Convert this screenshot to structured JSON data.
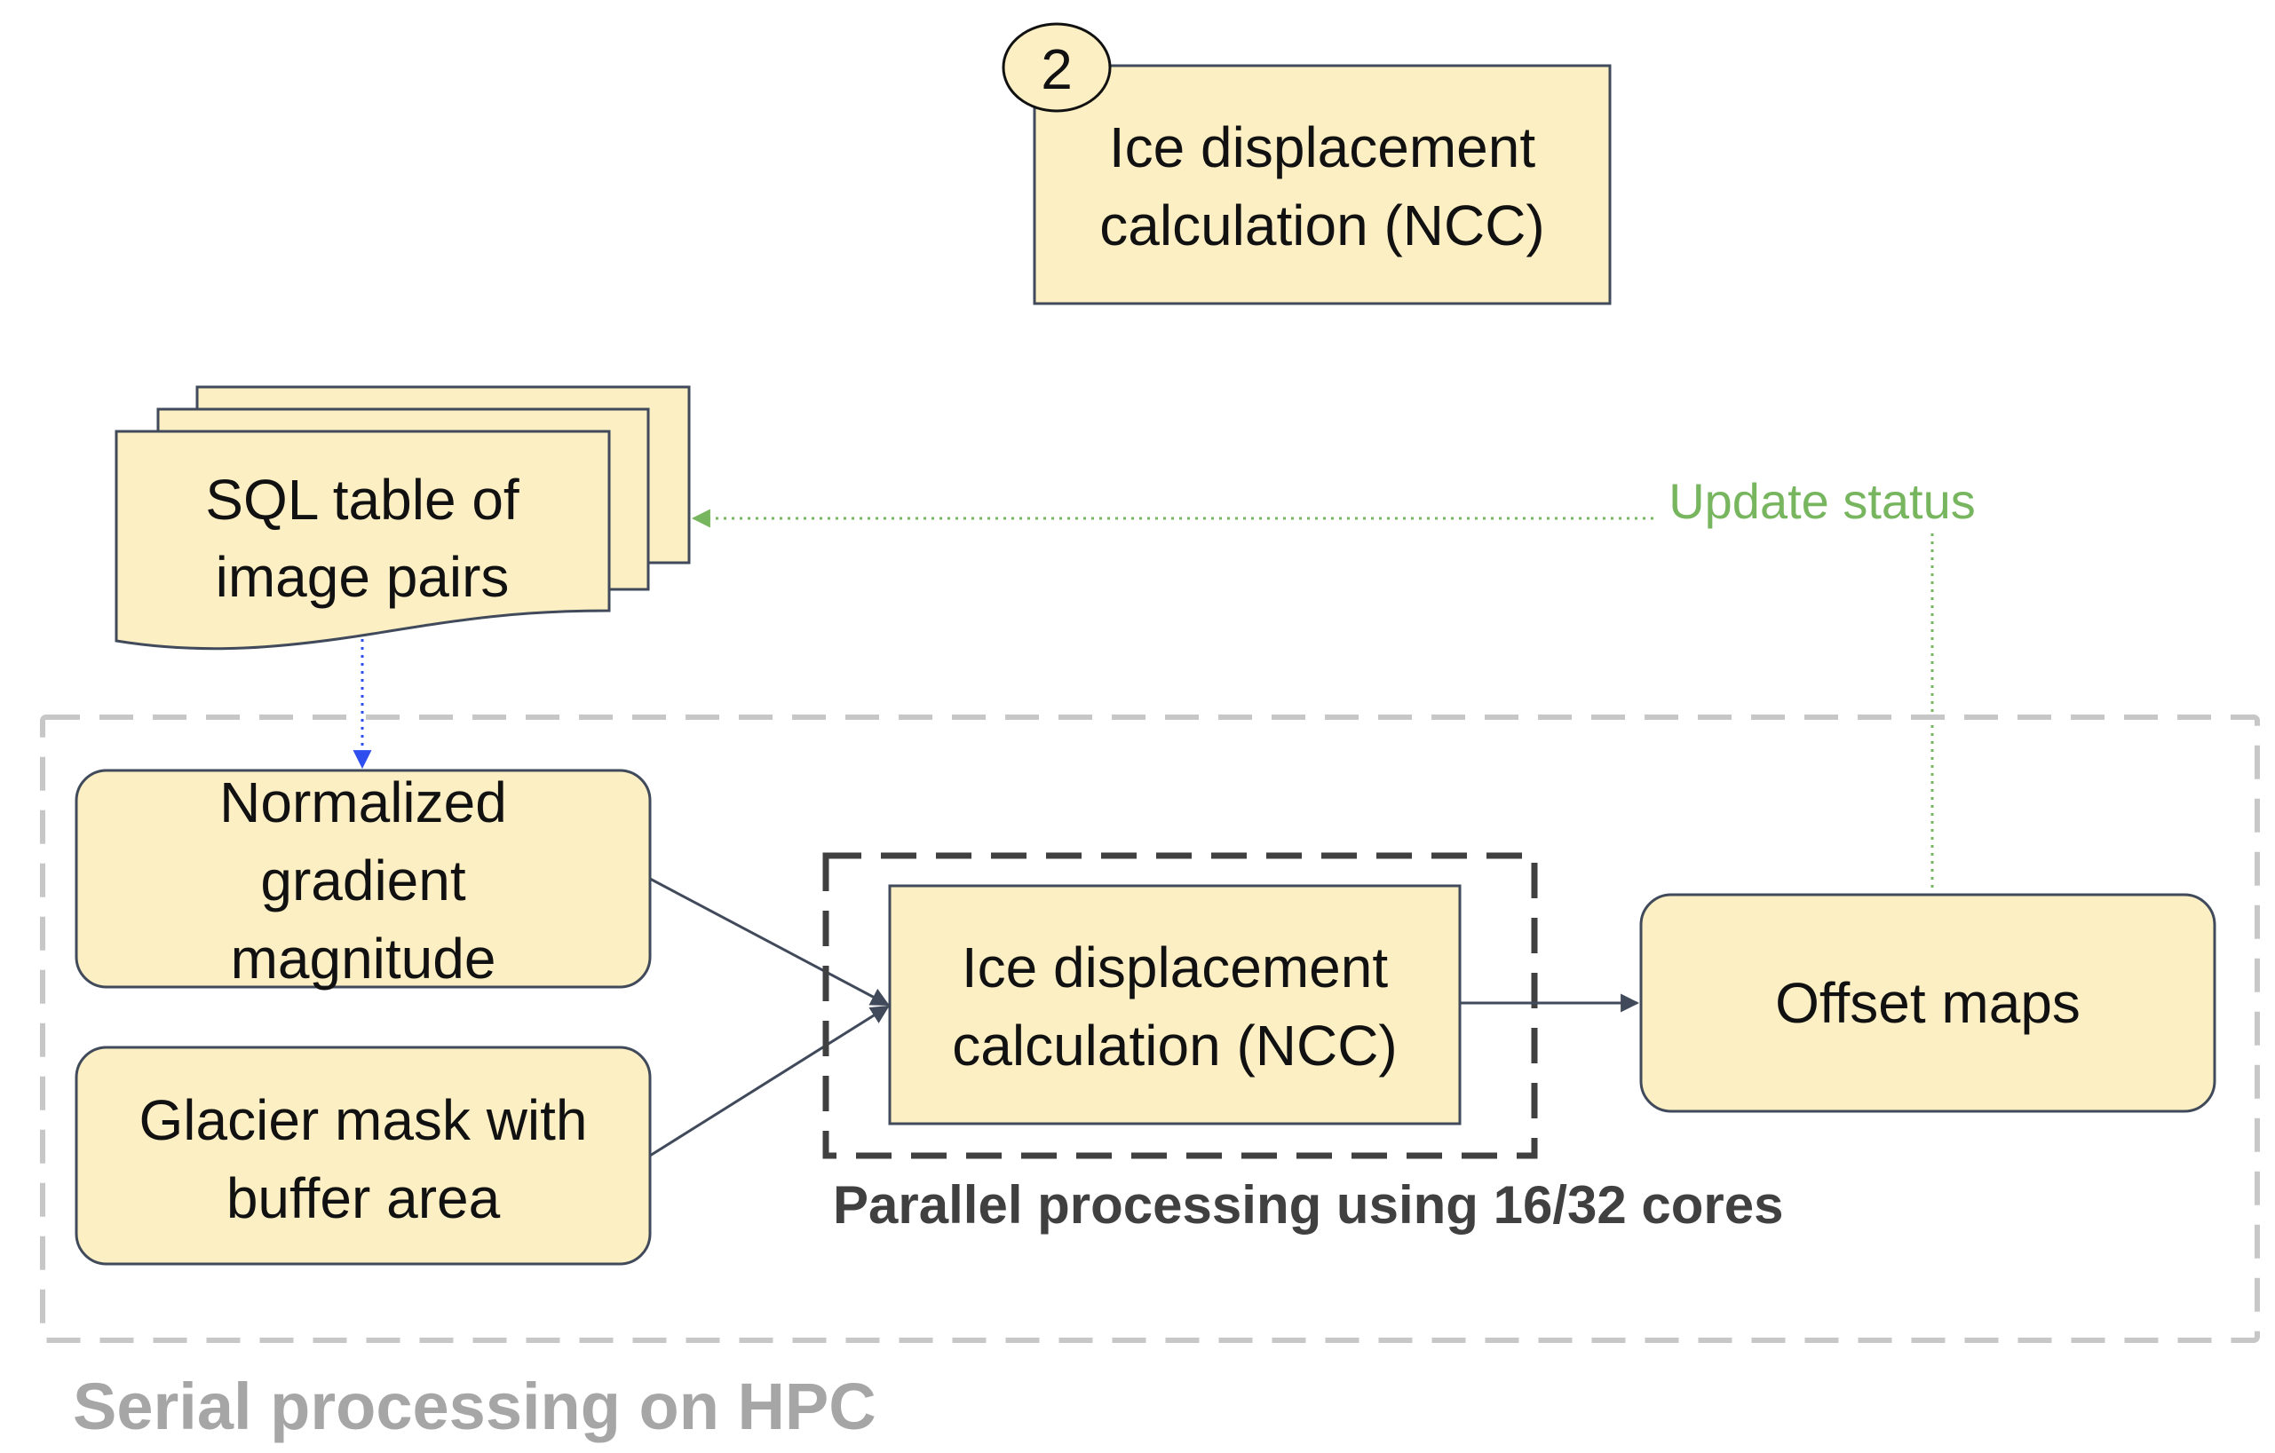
{
  "colors": {
    "box_fill": "#fcefc4",
    "box_stroke": "#404a5a",
    "sql_arrow": "#2f4ef0",
    "status_green": "#77b55e",
    "flow_arrow": "#404a5a",
    "serial_frame": "#c7c7c7",
    "parallel_frame": "#404040",
    "serial_label": "#a6a6a6",
    "parallel_label": "#404040"
  },
  "step": {
    "number": "2",
    "title_line1": "Ice displacement",
    "title_line2": "calculation (NCC)"
  },
  "sql_table": {
    "line1": "SQL table of",
    "line2": "image pairs"
  },
  "update_status": "Update status",
  "gradient": {
    "line1": "Normalized",
    "line2": "gradient",
    "line3": "magnitude"
  },
  "mask": {
    "line1": "Glacier mask with",
    "line2": "buffer area"
  },
  "ncc": {
    "line1": "Ice displacement",
    "line2": "calculation (NCC)"
  },
  "offset": {
    "label": "Offset maps"
  },
  "parallel_label": "Parallel processing using 16/32 cores",
  "serial_label": "Serial processing on HPC"
}
